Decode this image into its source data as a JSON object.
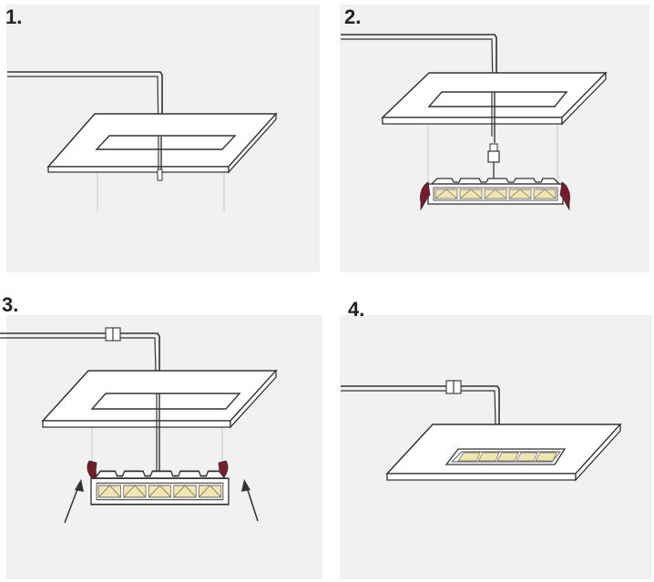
{
  "steps": [
    {
      "label": "1."
    },
    {
      "label": "2."
    },
    {
      "label": "3."
    },
    {
      "label": "4."
    }
  ],
  "colors": {
    "panel_bg": "#f1f1f1",
    "line": "#333333",
    "guide": "#c9c9c9",
    "spring_clip": "#7a1b2a",
    "led": "#f2e6b0"
  }
}
